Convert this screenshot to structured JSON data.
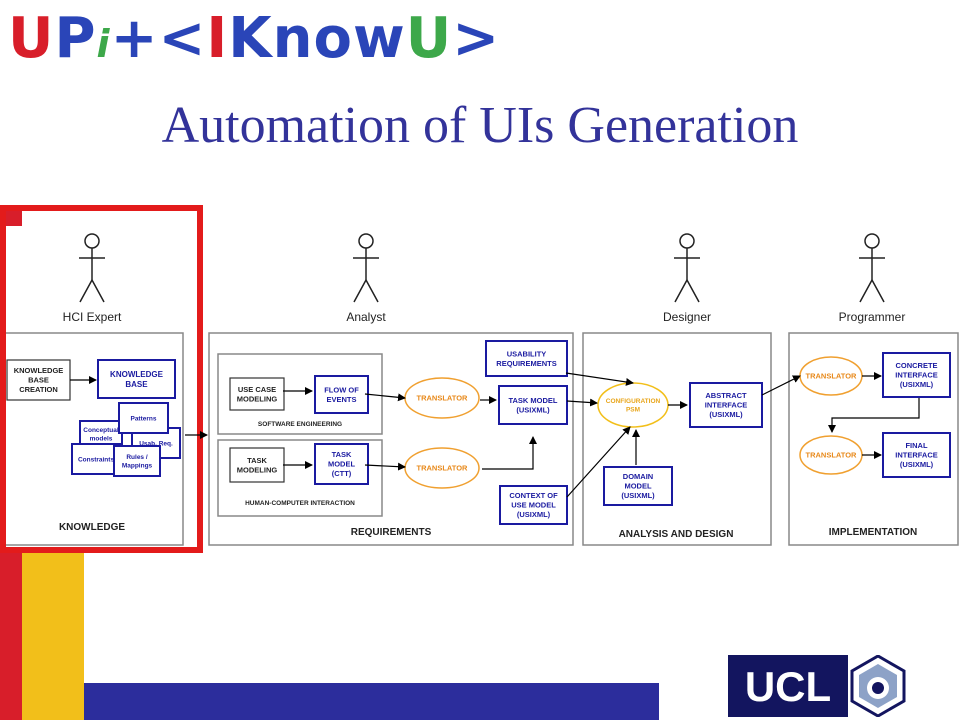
{
  "header": {
    "logo_parts": [
      {
        "text": "U",
        "color": "#d81e2a"
      },
      {
        "text": "P",
        "color": "#2a45b8"
      },
      {
        "text": "i",
        "color": "#3da84a"
      },
      {
        "text": " +<",
        "color": "#2a45b8"
      },
      {
        "text": "I",
        "color": "#d81e2a"
      },
      {
        "text": "Know",
        "color": "#2a45b8"
      },
      {
        "text": "U",
        "color": "#3da84a"
      },
      {
        "text": ">",
        "color": "#2a45b8"
      }
    ]
  },
  "slide": {
    "title": "Automation of UIs Generation"
  },
  "diagram": {
    "actors": [
      "HCI Expert",
      "Analyst",
      "Designer",
      "Programmer"
    ],
    "sections": {
      "knowledge": "KNOWLEDGE",
      "requirements": "REQUIREMENTS",
      "analysis": "ANALYSIS AND DESIGN",
      "implementation": "IMPLEMENTATION"
    },
    "subsections": {
      "software_engineering": "SOFTWARE ENGINEERING",
      "hci": "HUMAN-COMPUTER INTERACTION"
    },
    "boxes": {
      "kb_creation": [
        "KNOWLEDGE",
        "BASE",
        "CREATION"
      ],
      "knowledge_base": [
        "KNOWLEDGE",
        "BASE"
      ],
      "patterns": [
        "Patterns"
      ],
      "conceptual_models": [
        "Conceptual",
        "models"
      ],
      "usab_req": [
        "Usab. Req."
      ],
      "constraints": [
        "Constraints"
      ],
      "rules_mappings": [
        "Rules /",
        "Mappings"
      ],
      "use_case_modeling": [
        "USE CASE",
        "MODELING"
      ],
      "flow_of_events": [
        "FLOW OF",
        "EVENTS"
      ],
      "task_modeling": [
        "TASK",
        "MODELING"
      ],
      "task_model_ctt": [
        "TASK",
        "MODEL",
        "(CTT)"
      ],
      "usability_requirements": [
        "USABILITY",
        "REQUIREMENTS"
      ],
      "task_model_usixml": [
        "TASK MODEL",
        "(USIXML)"
      ],
      "context_of_use": [
        "CONTEXT OF",
        "USE MODEL",
        "(USIXML)"
      ],
      "abstract_interface": [
        "ABSTRACT",
        "INTERFACE",
        "(USIXML)"
      ],
      "domain_model": [
        "DOMAIN",
        "MODEL",
        "(USIXML)"
      ],
      "concrete_interface": [
        "CONCRETE",
        "INTERFACE",
        "(USIXML)"
      ],
      "final_interface": [
        "FINAL",
        "INTERFACE",
        "(USIXML)"
      ]
    },
    "ellipses": {
      "translator": "TRANSLATOR",
      "configuration": [
        "CONFIGURATION",
        "PSM"
      ]
    }
  },
  "footer": {
    "ucl_label": "UCL"
  },
  "colors": {
    "title": "#33339a",
    "highlight": "#e31b1b",
    "accent_yellow": "#f2bf1a",
    "accent_blue": "#2c2d9c",
    "box_blue": "#1a1aa0",
    "ellipse_orange": "#f0a030"
  }
}
